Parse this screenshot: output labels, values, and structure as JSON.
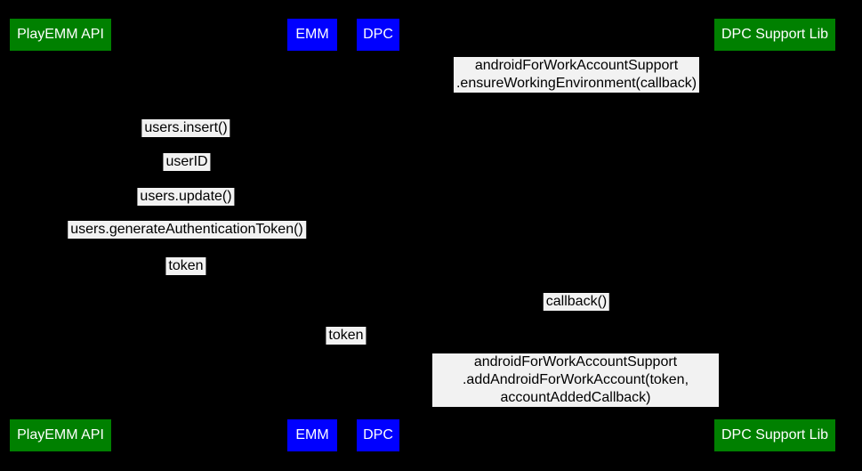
{
  "colors": {
    "background": "#000000",
    "participant_green": "#008000",
    "participant_blue": "#0000ff",
    "participant_text": "#ffffff",
    "message_bg": "#f2f2f2",
    "message_text": "#000000"
  },
  "participants": [
    {
      "label": "PlayEMM API",
      "color": "#008000"
    },
    {
      "label": "EMM",
      "color": "#0000ff"
    },
    {
      "label": "DPC",
      "color": "#0000ff"
    },
    {
      "label": "DPC Support Lib",
      "color": "#008000"
    }
  ],
  "messages": [
    {
      "label": "androidForWorkAccountSupport\n.ensureWorkingEnvironment(callback)"
    },
    {
      "label": "users.insert()"
    },
    {
      "label": "userID"
    },
    {
      "label": "users.update()"
    },
    {
      "label": "users.generateAuthenticationToken()"
    },
    {
      "label": "token"
    },
    {
      "label": "callback()"
    },
    {
      "label": "token"
    },
    {
      "label": "androidForWorkAccountSupport\n.addAndroidForWorkAccount(token, accountAddedCallback)"
    }
  ]
}
